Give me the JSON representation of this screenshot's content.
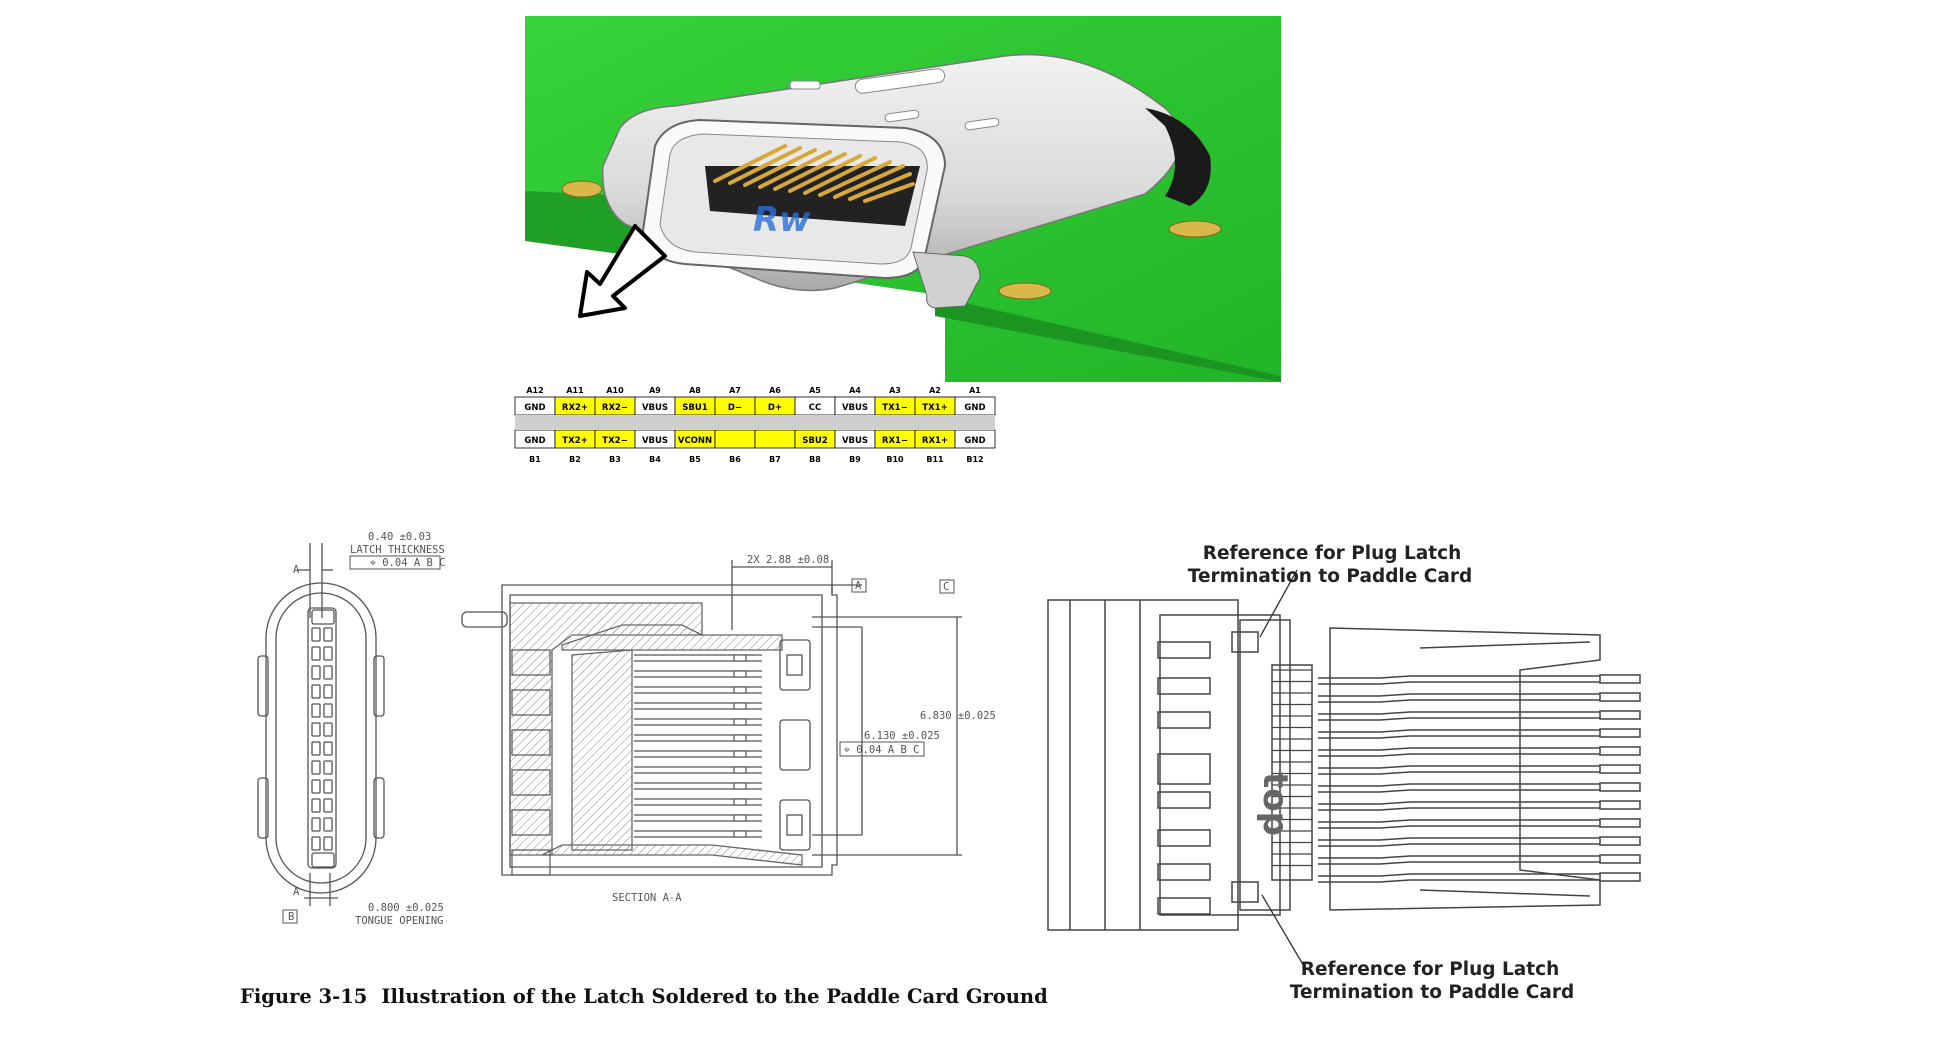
{
  "pinout": {
    "top_pins": [
      "A12",
      "A11",
      "A10",
      "A9",
      "A8",
      "A7",
      "A6",
      "A5",
      "A4",
      "A3",
      "A2",
      "A1"
    ],
    "top_signals": [
      "GND",
      "RX2+",
      "RX2−",
      "VBUS",
      "SBU1",
      "D−",
      "D+",
      "CC",
      "VBUS",
      "TX1−",
      "TX1+",
      "GND"
    ],
    "top_highlight": [
      false,
      true,
      true,
      false,
      true,
      true,
      true,
      false,
      false,
      true,
      true,
      false
    ],
    "bottom_signals": [
      "GND",
      "TX2+",
      "TX2−",
      "VBUS",
      "VCONN",
      "",
      "",
      "SBU2",
      "VBUS",
      "RX1−",
      "RX1+",
      "GND"
    ],
    "bottom_highlight": [
      false,
      true,
      true,
      false,
      true,
      true,
      true,
      true,
      false,
      true,
      true,
      false
    ],
    "bottom_pins": [
      "B1",
      "B2",
      "B3",
      "B4",
      "B5",
      "B6",
      "B7",
      "B8",
      "B9",
      "B10",
      "B11",
      "B12"
    ]
  },
  "receptacle_drawing": {
    "latch_dim": "0.40 ±0.03",
    "latch_label": "LATCH THICKNESS",
    "latch_tol": "⌖ 0.04 A B C",
    "datum_a": "A",
    "datum_b": "B",
    "datum_c": "C",
    "tongue_dim": "0.800 ±0.025",
    "tongue_label": "TONGUE OPENING",
    "width_dim": "2X 2.88 ±0.08",
    "dim_6130": "6.130 ±0.025",
    "dim_6130_tol": "⌖ 0.04 A B C",
    "dim_6830": "6.830 ±0.025",
    "section_label": "SECTION A-A"
  },
  "paddle_card": {
    "ref_top_line1": "Reference for Plug Latch",
    "ref_top_line2": "Termination to Paddle Card",
    "ref_bottom_line1": "Reference for Plug Latch",
    "ref_bottom_line2": "Termination to Paddle Card",
    "top_marking": "top"
  },
  "caption": {
    "number": "Figure 3-15",
    "title": "Illustration of the Latch Soldered to the Paddle Card Ground"
  },
  "colors": {
    "pcb_green": "#2ec832",
    "pin_yellow": "#ffff00",
    "gold_pad": "#d8b84a"
  }
}
